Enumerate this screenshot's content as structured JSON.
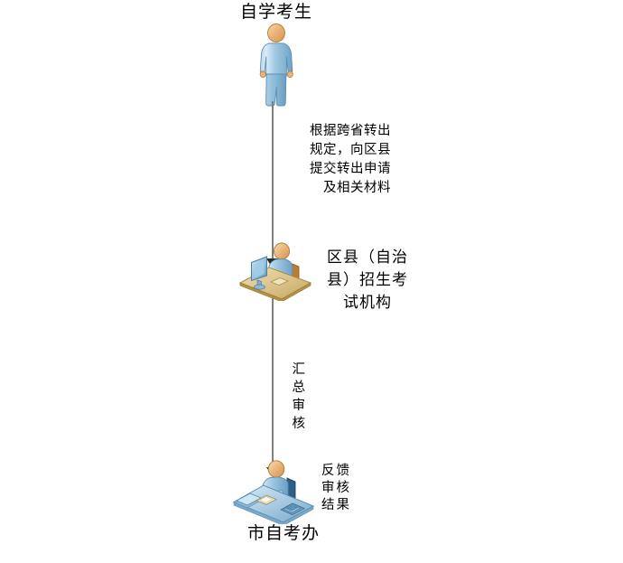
{
  "diagram": {
    "title_top": "自学考生",
    "nodes": [
      {
        "id": "student",
        "label": "自学考生",
        "icon": "standing-person-icon"
      },
      {
        "id": "district-office",
        "label_lines": [
          "区县（自治",
          "县）招生考",
          "试机构"
        ],
        "icon": "person-at-computer-desk-icon"
      },
      {
        "id": "city-office",
        "label": "市自考办",
        "icon": "person-at-office-desk-icon"
      }
    ],
    "edges": [
      {
        "id": "submit",
        "from": "student",
        "to": "district-office",
        "note_lines": [
          "根据跨省转出",
          "规定，向区县",
          "提交转出申请",
          "及相关材料"
        ]
      },
      {
        "id": "review",
        "from": "district-office",
        "to": "city-office",
        "note_vertical": [
          "汇",
          "总",
          "审",
          "核"
        ],
        "note_grid": [
          "反馈",
          "审核",
          "结果"
        ]
      }
    ],
    "colors": {
      "line": "#808080",
      "arrow": "#2b2b2b",
      "text": "#000000",
      "skin": "#eab478",
      "body_blue": "#9cc6e0",
      "desk_tan": "#d8c08a",
      "desk_blue": "#a9cbe3",
      "background": "#ffffff"
    }
  }
}
